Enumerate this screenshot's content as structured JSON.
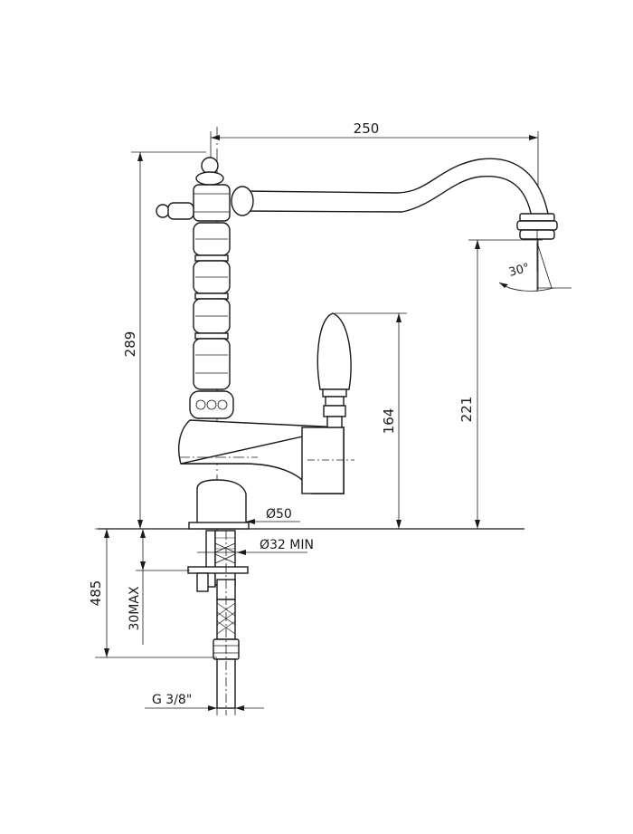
{
  "dimensions": {
    "spout_reach": "250",
    "total_height": "289",
    "spout_height": "221",
    "lever_height": "164",
    "base_diameter": "Ø50",
    "hole_diameter": "Ø32 MIN",
    "hose_length": "485",
    "max_thickness": "30MAX",
    "thread": "G 3/8\"",
    "swing_angle": "30°"
  }
}
